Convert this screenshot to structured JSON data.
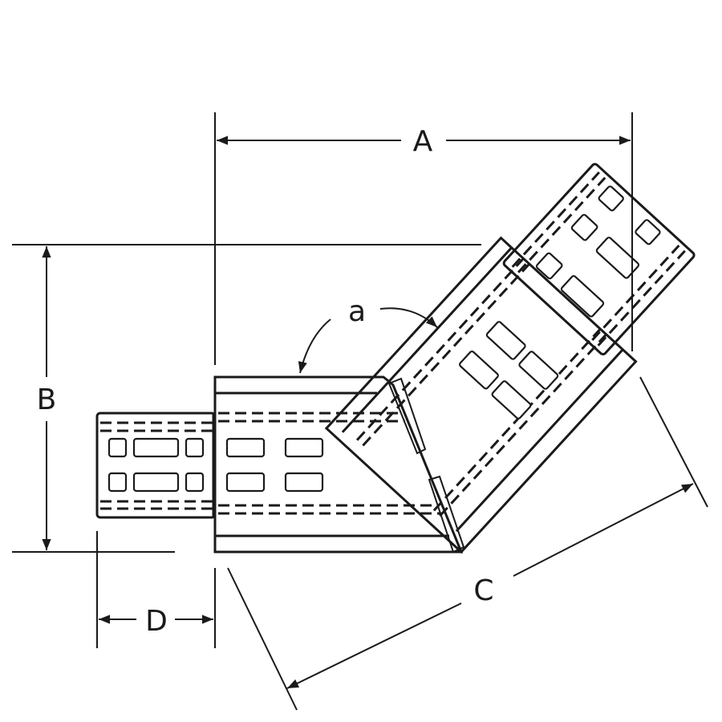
{
  "drawing": {
    "dimensions": {
      "A": "A",
      "B": "B",
      "C": "C",
      "D": "D",
      "angle": "a"
    },
    "line_color": "#1a1a1a",
    "background": "#ffffff"
  }
}
